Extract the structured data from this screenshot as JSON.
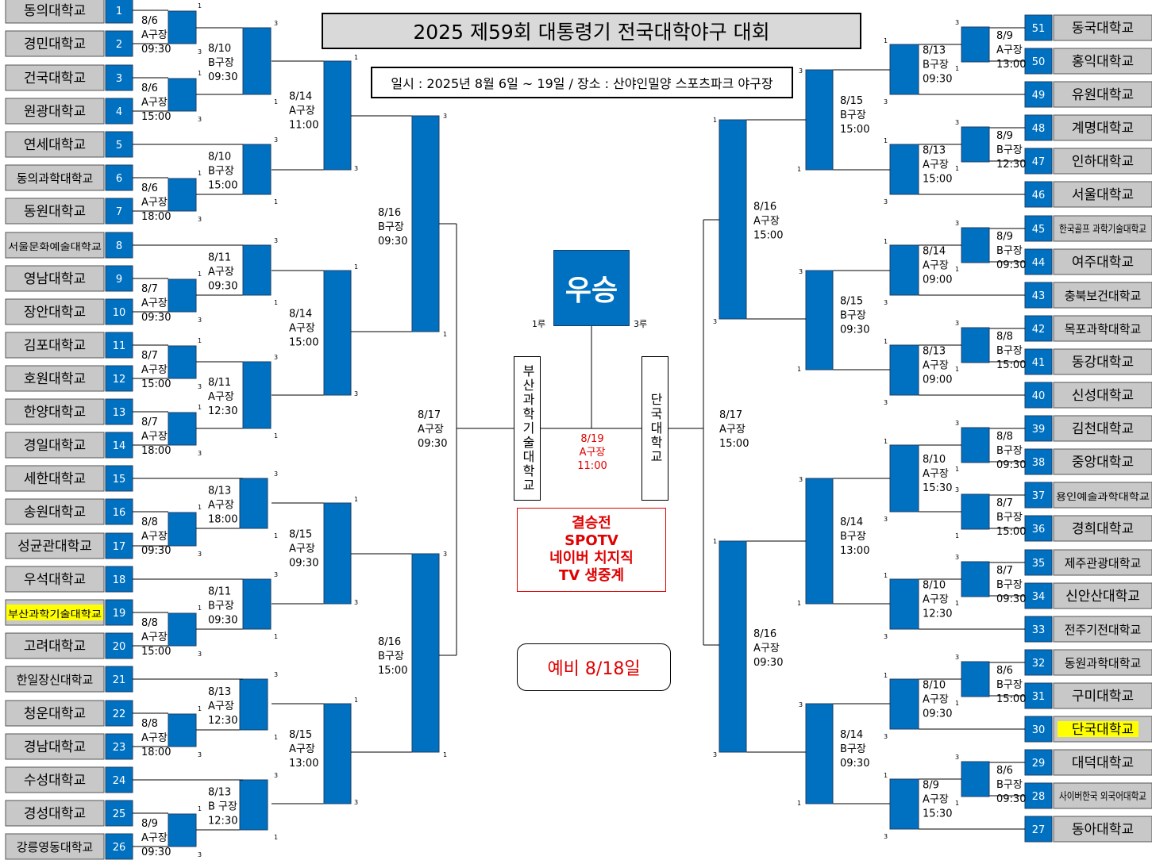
{
  "title": "2025 제59회 대통령기 전국대학야구 대회",
  "subtitle": "일시 : 2025년 8월 6일 ~ 19일 / 장소 : 산야인밀양 스포츠파크 야구장",
  "champion_label": "우승",
  "base_1": "1루",
  "base_3": "3루",
  "finalists": {
    "left": "부산과학기술대학교",
    "right": "단국대학교"
  },
  "final_match": {
    "date": "8/19",
    "venue": "A구장",
    "time": "11:00"
  },
  "broadcast": {
    "line1": "결승전",
    "line2": "SPOTV",
    "line3": "네이버 치지직",
    "line4": "TV 생중계"
  },
  "reserve_day": "예비 8/18일",
  "highlight_color": "#ffff00",
  "box_color": "#0070c0",
  "left_teams": [
    {
      "num": "1",
      "name": "동의대학교"
    },
    {
      "num": "2",
      "name": "경민대학교"
    },
    {
      "num": "3",
      "name": "건국대학교"
    },
    {
      "num": "4",
      "name": "원광대학교"
    },
    {
      "num": "5",
      "name": "연세대학교"
    },
    {
      "num": "6",
      "name": "동의과학대학교"
    },
    {
      "num": "7",
      "name": "동원대학교"
    },
    {
      "num": "8",
      "name": "서울문화예술대학교"
    },
    {
      "num": "9",
      "name": "영남대학교"
    },
    {
      "num": "10",
      "name": "장안대학교"
    },
    {
      "num": "11",
      "name": "김포대학교"
    },
    {
      "num": "12",
      "name": "호원대학교"
    },
    {
      "num": "13",
      "name": "한양대학교"
    },
    {
      "num": "14",
      "name": "경일대학교"
    },
    {
      "num": "15",
      "name": "세한대학교"
    },
    {
      "num": "16",
      "name": "송원대학교"
    },
    {
      "num": "17",
      "name": "성균관대학교"
    },
    {
      "num": "18",
      "name": "우석대학교"
    },
    {
      "num": "19",
      "name": "부산과학기술대학교",
      "highlight": true
    },
    {
      "num": "20",
      "name": "고려대학교"
    },
    {
      "num": "21",
      "name": "한일장신대학교"
    },
    {
      "num": "22",
      "name": "청운대학교"
    },
    {
      "num": "23",
      "name": "경남대학교"
    },
    {
      "num": "24",
      "name": "수성대학교"
    },
    {
      "num": "25",
      "name": "경성대학교"
    },
    {
      "num": "26",
      "name": "강릉영동대학교"
    }
  ],
  "right_teams": [
    {
      "num": "51",
      "name": "동국대학교"
    },
    {
      "num": "50",
      "name": "홍익대학교"
    },
    {
      "num": "49",
      "name": "유원대학교"
    },
    {
      "num": "48",
      "name": "계명대학교"
    },
    {
      "num": "47",
      "name": "인하대학교"
    },
    {
      "num": "46",
      "name": "서울대학교"
    },
    {
      "num": "45",
      "name": "한국골프 과학기술대학교"
    },
    {
      "num": "44",
      "name": "여주대학교"
    },
    {
      "num": "43",
      "name": "충북보건대학교"
    },
    {
      "num": "42",
      "name": "목포과학대학교"
    },
    {
      "num": "41",
      "name": "동강대학교"
    },
    {
      "num": "40",
      "name": "신성대학교"
    },
    {
      "num": "39",
      "name": "김천대학교"
    },
    {
      "num": "38",
      "name": "중앙대학교"
    },
    {
      "num": "37",
      "name": "용인예술과학대학교"
    },
    {
      "num": "36",
      "name": "경희대학교"
    },
    {
      "num": "35",
      "name": "제주관광대학교"
    },
    {
      "num": "34",
      "name": "신안산대학교"
    },
    {
      "num": "33",
      "name": "전주기전대학교"
    },
    {
      "num": "32",
      "name": "동원과학대학교"
    },
    {
      "num": "31",
      "name": "구미대학교"
    },
    {
      "num": "30",
      "name": "단국대학교",
      "highlight": true
    },
    {
      "num": "29",
      "name": "대덕대학교"
    },
    {
      "num": "28",
      "name": "사이버한국 외국어대학교"
    },
    {
      "num": "27",
      "name": "동아대학교"
    }
  ],
  "left_matches": {
    "r1": [
      {
        "date": "8/6",
        "venue": "A구장",
        "time": "09:30"
      },
      {
        "date": "8/6",
        "venue": "A구장",
        "time": "15:00"
      },
      {
        "date": "8/6",
        "venue": "A구장",
        "time": "18:00"
      },
      {
        "date": "8/7",
        "venue": "A구장",
        "time": "09:30"
      },
      {
        "date": "8/7",
        "venue": "A구장",
        "time": "15:00"
      },
      {
        "date": "8/7",
        "venue": "A구장",
        "time": "18:00"
      },
      {
        "date": "8/8",
        "venue": "A구장",
        "time": "09:30"
      },
      {
        "date": "8/8",
        "venue": "A구장",
        "time": "15:00"
      },
      {
        "date": "8/8",
        "venue": "A구장",
        "time": "18:00"
      },
      {
        "date": "8/9",
        "venue": "A구장",
        "time": "09:30"
      }
    ],
    "r2": [
      {
        "date": "8/10",
        "venue": "B구장",
        "time": "09:30"
      },
      {
        "date": "8/10",
        "venue": "B구장",
        "time": "15:00"
      },
      {
        "date": "8/11",
        "venue": "A구장",
        "time": "09:30"
      },
      {
        "date": "8/11",
        "venue": "A구장",
        "time": "12:30"
      },
      {
        "date": "8/13",
        "venue": "A구장",
        "time": "18:00"
      },
      {
        "date": "8/11",
        "venue": "B구장",
        "time": "09:30"
      },
      {
        "date": "8/13",
        "venue": "A구장",
        "time": "12:30"
      },
      {
        "date": "8/13",
        "venue": "B 구장",
        "time": "12:30"
      }
    ],
    "r3": [
      {
        "date": "8/14",
        "venue": "A구장",
        "time": "11:00"
      },
      {
        "date": "8/14",
        "venue": "A구장",
        "time": "15:00"
      },
      {
        "date": "8/15",
        "venue": "A구장",
        "time": "09:30"
      },
      {
        "date": "8/15",
        "venue": "A구장",
        "time": "13:00"
      }
    ],
    "r4": [
      {
        "date": "8/16",
        "venue": "B구장",
        "time": "09:30"
      },
      {
        "date": "8/16",
        "venue": "B구장",
        "time": "15:00"
      }
    ],
    "semi": {
      "date": "8/17",
      "venue": "A구장",
      "time": "09:30"
    }
  },
  "right_matches": {
    "r1": [
      {
        "date": "8/9",
        "venue": "A구장",
        "time": "13:00"
      },
      {
        "date": "8/9",
        "venue": "B구장",
        "time": "12:30"
      },
      {
        "date": "8/9",
        "venue": "B구장",
        "time": "09:30"
      },
      {
        "date": "8/8",
        "venue": "B구장",
        "time": "15:00"
      },
      {
        "date": "8/8",
        "venue": "B구장",
        "time": "09:30"
      },
      {
        "date": "8/7",
        "venue": "B구장",
        "time": "15:00"
      },
      {
        "date": "8/7",
        "venue": "B구장",
        "time": "09:30"
      },
      {
        "date": "8/6",
        "venue": "B구장",
        "time": "15:00"
      },
      {
        "date": "8/6",
        "venue": "B구장",
        "time": "09:30"
      }
    ],
    "r2": [
      {
        "date": "8/13",
        "venue": "B구장",
        "time": "09:30"
      },
      {
        "date": "8/13",
        "venue": "A구장",
        "time": "15:00"
      },
      {
        "date": "8/14",
        "venue": "A구장",
        "time": "09:00"
      },
      {
        "date": "8/13",
        "venue": "A구장",
        "time": "09:00"
      },
      {
        "date": "8/10",
        "venue": "A구장",
        "time": "15:30"
      },
      {
        "date": "8/10",
        "venue": "A구장",
        "time": "12:30"
      },
      {
        "date": "8/10",
        "venue": "A구장",
        "time": "09:30"
      },
      {
        "date": "8/9",
        "venue": "A구장",
        "time": "15:30"
      }
    ],
    "r3": [
      {
        "date": "8/15",
        "venue": "B구장",
        "time": "15:00"
      },
      {
        "date": "8/15",
        "venue": "B구장",
        "time": "09:30"
      },
      {
        "date": "8/14",
        "venue": "B구장",
        "time": "13:00"
      },
      {
        "date": "8/14",
        "venue": "B구장",
        "time": "09:30"
      }
    ],
    "r4": [
      {
        "date": "8/16",
        "venue": "A구장",
        "time": "15:00"
      },
      {
        "date": "8/16",
        "venue": "A구장",
        "time": "09:30"
      }
    ],
    "semi": {
      "date": "8/17",
      "venue": "A구장",
      "time": "15:00"
    }
  }
}
